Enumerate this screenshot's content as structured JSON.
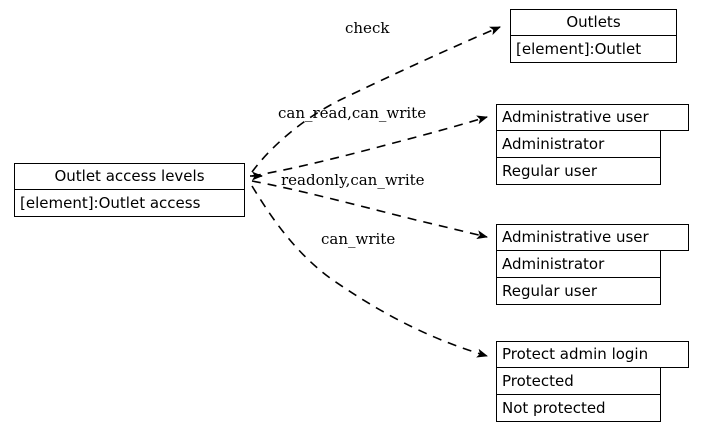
{
  "diagram": {
    "title": "Outlet access levels",
    "background_color": "#ffffff",
    "line_color": "#000000",
    "text_color": "#000000",
    "edge_style": "dashed"
  },
  "source_node": {
    "name": "outlet-access-levels",
    "title": "Outlet access levels",
    "rows": [
      "[element]:Outlet access"
    ]
  },
  "target_nodes": [
    {
      "name": "outlets",
      "title": "Outlets",
      "rows": [
        "[element]:Outlet"
      ]
    },
    {
      "name": "administrative-user-1",
      "title": "Administrative user",
      "rows": [
        "Administrator",
        "Regular user"
      ]
    },
    {
      "name": "administrative-user-2",
      "title": "Administrative user",
      "rows": [
        "Administrator",
        "Regular user"
      ]
    },
    {
      "name": "protect-admin-login",
      "title": "Protect admin login",
      "rows": [
        "Protected",
        "Not protected"
      ]
    }
  ],
  "edges": [
    {
      "name": "edge-check",
      "label": "check",
      "from": "outlet-access-levels",
      "to": "outlets"
    },
    {
      "name": "edge-can-read-can-write",
      "label": "can_read,can_write",
      "from": "outlet-access-levels",
      "to": "administrative-user-1"
    },
    {
      "name": "edge-readonly-can-write",
      "label": "readonly,can_write",
      "from": "outlet-access-levels",
      "to": "administrative-user-2"
    },
    {
      "name": "edge-can-write",
      "label": "can_write",
      "from": "outlet-access-levels",
      "to": "protect-admin-login"
    }
  ]
}
